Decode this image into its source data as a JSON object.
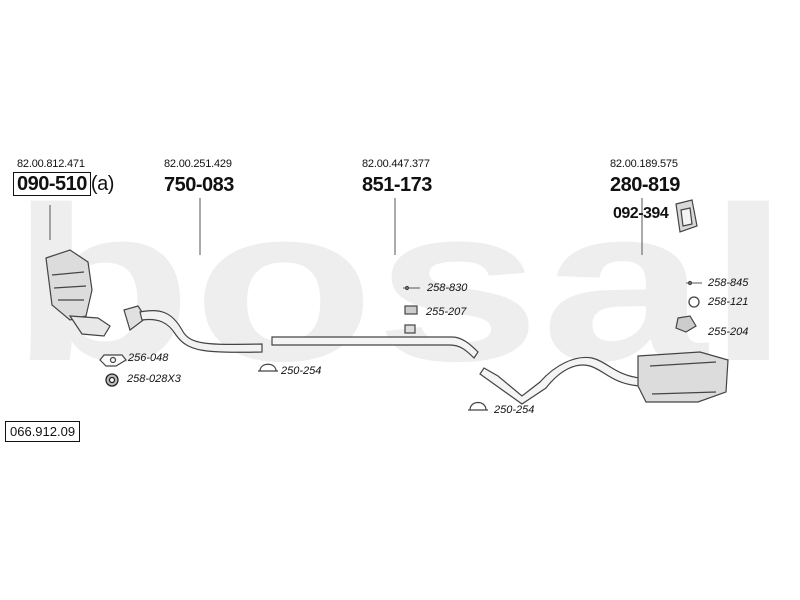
{
  "watermark": "bosal",
  "catalog_number": "066.912.09",
  "parts": {
    "cat": {
      "oe": "82.00.812.471",
      "number": "090-510",
      "suffix": "(a)"
    },
    "front": {
      "oe": "82.00.251.429",
      "number": "750-083"
    },
    "middle": {
      "oe": "82.00.447.377",
      "number": "851-173"
    },
    "rear": {
      "oe": "82.00.189.575",
      "number": "280-819"
    },
    "heatshield": {
      "number": "092-394"
    }
  },
  "fittings": {
    "f256_048": "256-048",
    "f258_028x3": "258-028X3",
    "f250_254_a": "250-254",
    "f258_830": "258-830",
    "f255_207": "255-207",
    "f250_254_b": "250-254",
    "f258_845": "258-845",
    "f258_121": "258-121",
    "f255_204": "255-204"
  },
  "colors": {
    "watermark": "#eeeeee",
    "line": "#555555",
    "pipe_fill": "#f4f4f4"
  }
}
